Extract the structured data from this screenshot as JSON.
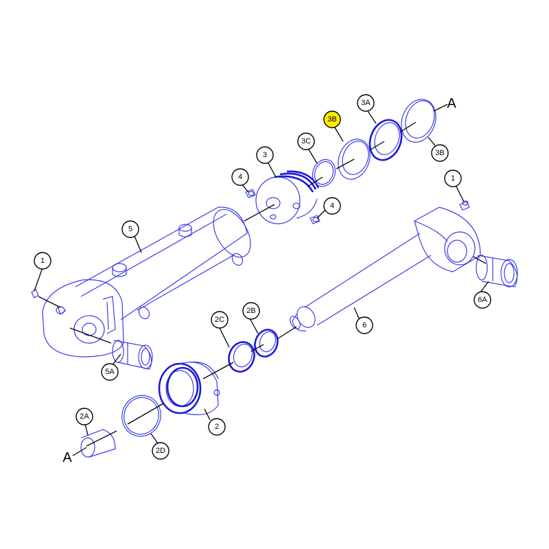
{
  "callouts": {
    "c1_left": "1",
    "c1_right": "1",
    "c2": "2",
    "c2a": "2A",
    "c2b": "2B",
    "c2c": "2C",
    "c2d": "2D",
    "c3": "3",
    "c3a": "3A",
    "c3b_top": "3B",
    "c3b": "3B",
    "c3c": "3C",
    "c4_left": "4",
    "c4_right": "4",
    "c5": "5",
    "c5a": "5A",
    "c6": "6",
    "c6a": "6A"
  },
  "references": {
    "a_top": "A",
    "a_bottom": "A"
  },
  "colors": {
    "part_line": "#3a3ae8",
    "highlight": "#ffee00"
  }
}
